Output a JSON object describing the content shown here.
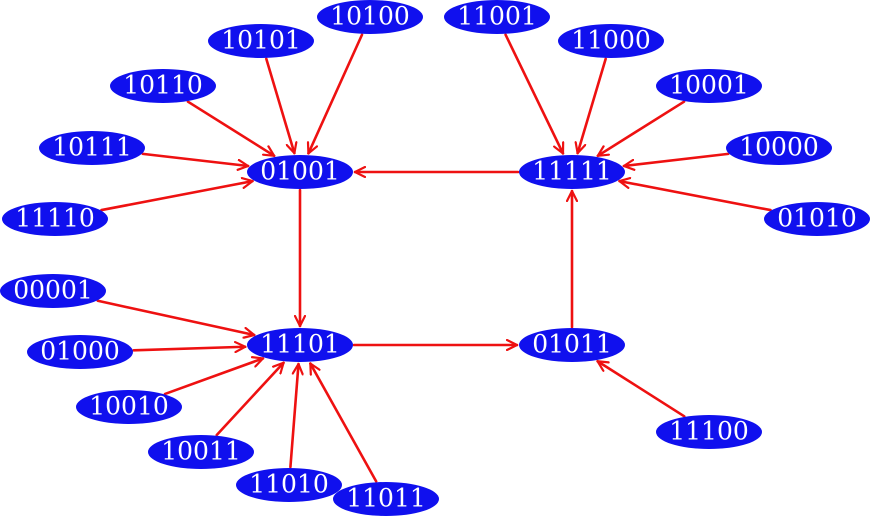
{
  "colors": {
    "node_fill": "#1010ee",
    "node_text": "#ffffff",
    "edge": "#ee1111",
    "background": "#ffffff"
  },
  "nodes": [
    {
      "id": "01001",
      "label": "01001"
    },
    {
      "id": "11111",
      "label": "11111"
    },
    {
      "id": "11101",
      "label": "11101"
    },
    {
      "id": "01011",
      "label": "01011"
    },
    {
      "id": "10100",
      "label": "10100"
    },
    {
      "id": "10101",
      "label": "10101"
    },
    {
      "id": "10110",
      "label": "10110"
    },
    {
      "id": "10111",
      "label": "10111"
    },
    {
      "id": "11110",
      "label": "11110"
    },
    {
      "id": "11001",
      "label": "11001"
    },
    {
      "id": "11000",
      "label": "11000"
    },
    {
      "id": "10001",
      "label": "10001"
    },
    {
      "id": "10000",
      "label": "10000"
    },
    {
      "id": "01010",
      "label": "01010"
    },
    {
      "id": "00001",
      "label": "00001"
    },
    {
      "id": "01000",
      "label": "01000"
    },
    {
      "id": "10010",
      "label": "10010"
    },
    {
      "id": "10011",
      "label": "10011"
    },
    {
      "id": "11010",
      "label": "11010"
    },
    {
      "id": "11011",
      "label": "11011"
    },
    {
      "id": "11100",
      "label": "11100"
    }
  ],
  "edges": [
    {
      "from": "10100",
      "to": "01001"
    },
    {
      "from": "10101",
      "to": "01001"
    },
    {
      "from": "10110",
      "to": "01001"
    },
    {
      "from": "10111",
      "to": "01001"
    },
    {
      "from": "11110",
      "to": "01001"
    },
    {
      "from": "11111",
      "to": "01001"
    },
    {
      "from": "01001",
      "to": "11101"
    },
    {
      "from": "11001",
      "to": "11111"
    },
    {
      "from": "11000",
      "to": "11111"
    },
    {
      "from": "10001",
      "to": "11111"
    },
    {
      "from": "10000",
      "to": "11111"
    },
    {
      "from": "01010",
      "to": "11111"
    },
    {
      "from": "01011",
      "to": "11111"
    },
    {
      "from": "00001",
      "to": "11101"
    },
    {
      "from": "01000",
      "to": "11101"
    },
    {
      "from": "10010",
      "to": "11101"
    },
    {
      "from": "10011",
      "to": "11101"
    },
    {
      "from": "11010",
      "to": "11101"
    },
    {
      "from": "11011",
      "to": "11101"
    },
    {
      "from": "11101",
      "to": "01011"
    },
    {
      "from": "11100",
      "to": "01011"
    }
  ]
}
